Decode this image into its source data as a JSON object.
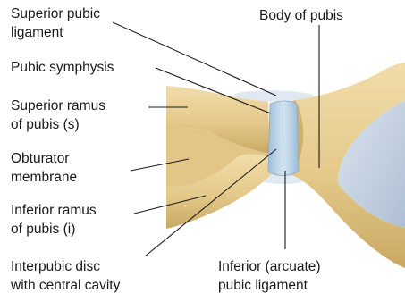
{
  "labels": {
    "superior_pubic_ligament": [
      "Superior pubic",
      "ligament"
    ],
    "body_of_pubis": [
      "Body of pubis"
    ],
    "pubic_symphysis": [
      "Pubic symphysis"
    ],
    "superior_ramus": [
      "Superior ramus",
      "of pubis (s)"
    ],
    "obturator_membrane": [
      "Obturator",
      "membrane"
    ],
    "inferior_ramus": [
      "Inferior ramus",
      "of pubis (i)"
    ],
    "interpubic_disc": [
      "Interpubic disc",
      "with central cavity"
    ],
    "inferior_pubic_ligament": [
      "Inferior (arcuate)",
      "pubic ligament"
    ]
  },
  "colors": {
    "bone": "#e6cc8f",
    "bone_shade": "#b99a55",
    "membrane": "#c9d6e6",
    "cartilage": "#b9d3e8",
    "ligament": "#dde6ef",
    "leader": "#1a1a1a"
  }
}
